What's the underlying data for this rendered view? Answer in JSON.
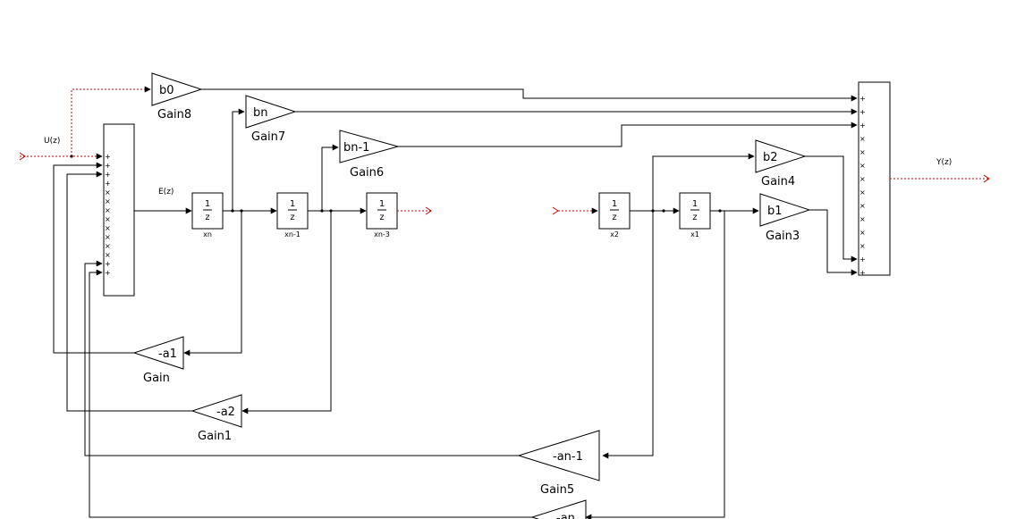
{
  "diagram": {
    "signals": {
      "input": "U(z)",
      "error": "E(z)",
      "output": "Y(z)"
    },
    "gains": [
      {
        "id": "gain8",
        "value": "b0",
        "name": "Gain8"
      },
      {
        "id": "gain7",
        "value": "bn",
        "name": "Gain7"
      },
      {
        "id": "gain6",
        "value": "bn-1",
        "name": "Gain6"
      },
      {
        "id": "gain4",
        "value": "b2",
        "name": "Gain4"
      },
      {
        "id": "gain3",
        "value": "b1",
        "name": "Gain3"
      },
      {
        "id": "gain",
        "value": "-a1",
        "name": "Gain"
      },
      {
        "id": "gain1",
        "value": "-a2",
        "name": "Gain1"
      },
      {
        "id": "gain5",
        "value": "-an-1",
        "name": "Gain5"
      },
      {
        "id": "gainn",
        "value": "-an",
        "name": ""
      }
    ],
    "delays": [
      {
        "id": "xn",
        "num": "1",
        "den": "z",
        "label": "xn"
      },
      {
        "id": "xn1",
        "num": "1",
        "den": "z",
        "label": "xn-1"
      },
      {
        "id": "xn3",
        "num": "1",
        "den": "z",
        "label": "xn-3"
      },
      {
        "id": "x2",
        "num": "1",
        "den": "z",
        "label": "x2"
      },
      {
        "id": "x1",
        "num": "1",
        "den": "z",
        "label": "x1"
      }
    ],
    "sum_signs": {
      "plus": "+",
      "cross": "×"
    },
    "colors": {
      "line": "#000000",
      "signal_dotted": "#cc0000"
    }
  }
}
